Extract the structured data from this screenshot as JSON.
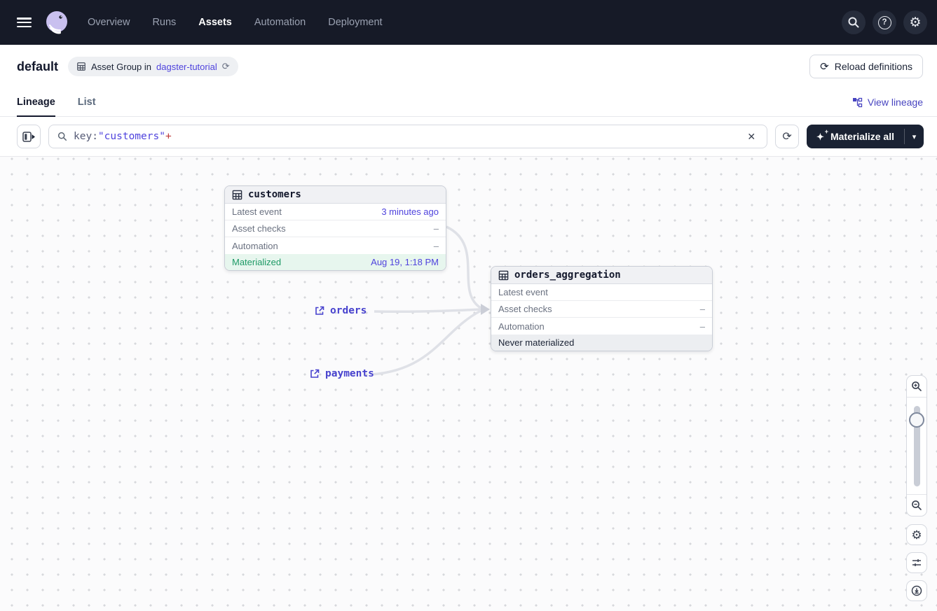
{
  "nav": {
    "items": [
      "Overview",
      "Runs",
      "Assets",
      "Automation",
      "Deployment"
    ],
    "active_item": "Assets"
  },
  "header": {
    "title": "default",
    "badge": {
      "text": "Asset Group in",
      "link": "dagster-tutorial"
    },
    "reload_button": "Reload definitions"
  },
  "tabs": {
    "lineage": "Lineage",
    "list": "List",
    "view_lineage": "View lineage"
  },
  "toolbar": {
    "query": {
      "prefix": "key:",
      "value": "\"customers\"",
      "suffix": "+"
    },
    "materialize_all": "Materialize all"
  },
  "graph": {
    "nodes": [
      {
        "title": "customers",
        "rows": [
          {
            "label": "Latest event",
            "value": "3 minutes ago"
          },
          {
            "label": "Asset checks",
            "value": "–"
          },
          {
            "label": "Automation",
            "value": "–"
          }
        ],
        "footer": {
          "label": "Materialized",
          "value": "Aug 19, 1:18 PM"
        }
      },
      {
        "title": "orders_aggregation",
        "rows": [
          {
            "label": "Latest event",
            "value": ""
          },
          {
            "label": "Asset checks",
            "value": "–"
          },
          {
            "label": "Automation",
            "value": "–"
          }
        ],
        "footer": {
          "label": "Never materialized",
          "value": ""
        }
      }
    ],
    "external_assets": [
      "orders",
      "payments"
    ]
  },
  "icons": {
    "refresh": "⟳",
    "clear": "✕",
    "caret": "▾",
    "gear": "⚙",
    "sparkle": "✦",
    "sparkle_plus": "+",
    "help": "?"
  },
  "colors": {
    "accent": "#4F43DD",
    "success": "#1E9A66",
    "success_bg": "#E7F6EE",
    "nav_bg": "#161A27",
    "dark_button": "#1A2233",
    "danger": "#BE3B3B"
  }
}
